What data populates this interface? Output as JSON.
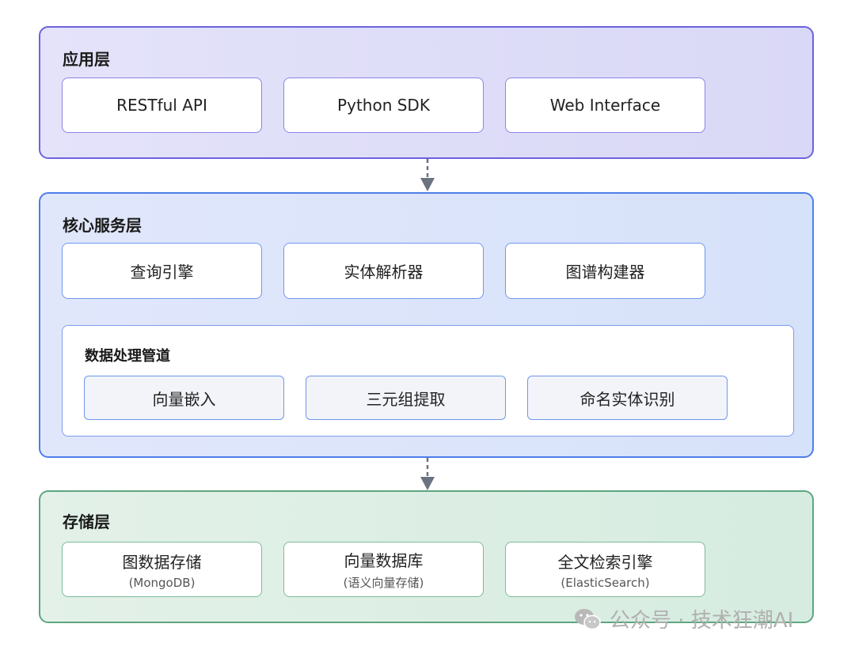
{
  "layers": {
    "app": {
      "title": "应用层",
      "items": [
        "RESTful API",
        "Python SDK",
        "Web Interface"
      ]
    },
    "core": {
      "title": "核心服务层",
      "items": [
        "查询引擎",
        "实体解析器",
        "图谱构建器"
      ],
      "pipeline": {
        "title": "数据处理管道",
        "items": [
          "向量嵌入",
          "三元组提取",
          "命名实体识别"
        ]
      }
    },
    "storage": {
      "title": "存储层",
      "items": [
        {
          "label": "图数据存储",
          "sub": "(MongoDB)"
        },
        {
          "label": "向量数据库",
          "sub": "(语义向量存储)"
        },
        {
          "label": "全文检索引擎",
          "sub": "(ElasticSearch)"
        }
      ]
    }
  },
  "watermark": "公众号 · 技术狂潮AI",
  "colors": {
    "app_border": "#6d62de",
    "core_border": "#4d7ee8",
    "storage_border": "#5ea680",
    "arrow": "#6b7280"
  }
}
